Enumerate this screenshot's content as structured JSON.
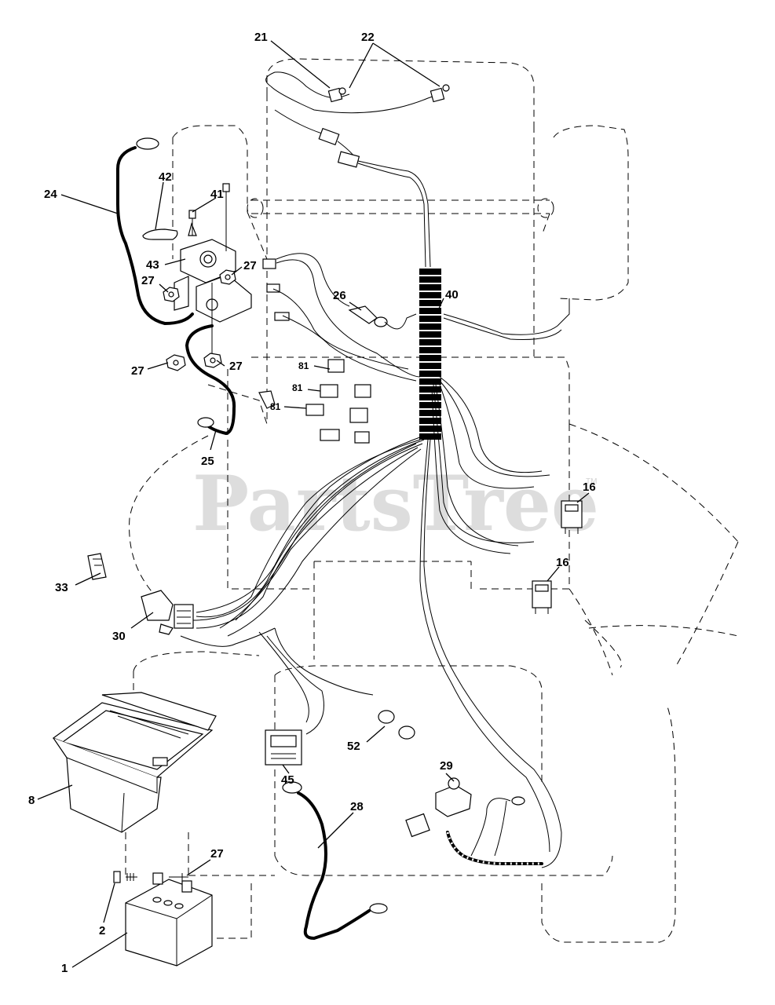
{
  "watermark": {
    "text": "PartsTree",
    "tm": "TM"
  },
  "callouts": {
    "c21": "21",
    "c22": "22",
    "c24": "24",
    "c42": "42",
    "c41": "41",
    "c43": "43",
    "c27a": "27",
    "c27b": "27",
    "c27c": "27",
    "c27d": "27",
    "c27e": "27",
    "c26": "26",
    "c40": "40",
    "c81a": "81",
    "c81b": "81",
    "c81c": "81",
    "c25": "25",
    "c16a": "16",
    "c16b": "16",
    "c33": "33",
    "c30": "30",
    "c8": "8",
    "c45": "45",
    "c52": "52",
    "c28": "28",
    "c29": "29",
    "c2": "2",
    "c1": "1"
  },
  "colors": {
    "ink": "#000000",
    "paper": "#ffffff",
    "watermark": "#d2d2d2"
  }
}
